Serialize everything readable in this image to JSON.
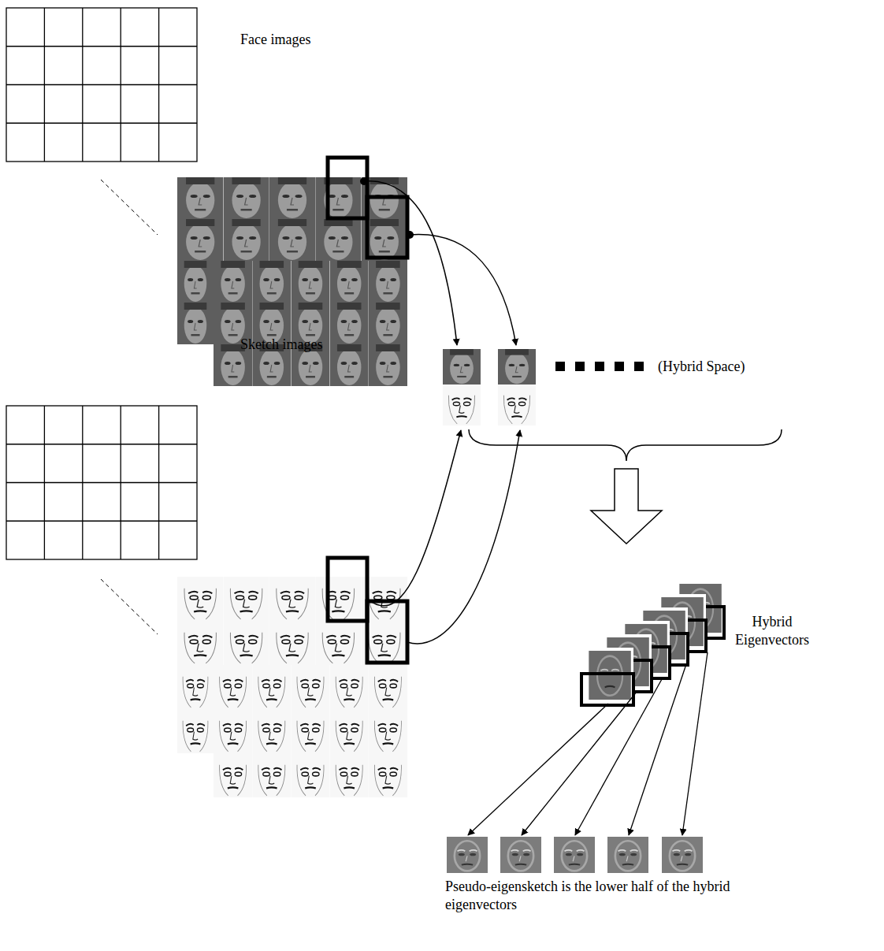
{
  "diagram": {
    "labels": [
      "Face images",
      "(Hybrid Space)",
      "Sketch images",
      "Hybrid Eigenvectors",
      "Pseudo-eigensketch is the lower half of the hybrid eigenvectors"
    ]
  }
}
